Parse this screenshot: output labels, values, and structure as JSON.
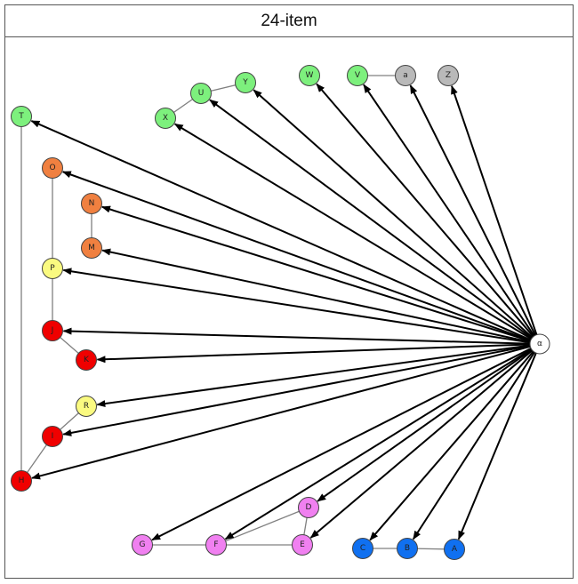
{
  "title": "24-item",
  "colors": {
    "green": "#7df07d",
    "gray": "#b9b9b9",
    "orange": "#f08040",
    "yellow": "#fafa80",
    "red": "#f00000",
    "pink": "#f080f0",
    "blue": "#1070f0",
    "white": "#ffffff",
    "arrow": "#000000",
    "edge": "#808080"
  },
  "hub": {
    "id": "hub",
    "label": "α",
    "color": "white"
  },
  "nodes": [
    {
      "id": "T",
      "label": "T",
      "color": "green"
    },
    {
      "id": "X",
      "label": "X",
      "color": "green"
    },
    {
      "id": "U",
      "label": "U",
      "color": "green"
    },
    {
      "id": "Y",
      "label": "Y",
      "color": "green"
    },
    {
      "id": "W",
      "label": "W",
      "color": "green"
    },
    {
      "id": "V",
      "label": "V",
      "color": "green"
    },
    {
      "id": "a",
      "label": "a",
      "color": "gray"
    },
    {
      "id": "Z",
      "label": "Z",
      "color": "gray"
    },
    {
      "id": "O",
      "label": "O",
      "color": "orange"
    },
    {
      "id": "N",
      "label": "N",
      "color": "orange"
    },
    {
      "id": "M",
      "label": "M",
      "color": "orange"
    },
    {
      "id": "P",
      "label": "P",
      "color": "yellow"
    },
    {
      "id": "J",
      "label": "J",
      "color": "red"
    },
    {
      "id": "K",
      "label": "K",
      "color": "red"
    },
    {
      "id": "R",
      "label": "R",
      "color": "yellow"
    },
    {
      "id": "I",
      "label": "I",
      "color": "red"
    },
    {
      "id": "H",
      "label": "H",
      "color": "red"
    },
    {
      "id": "G",
      "label": "G",
      "color": "pink"
    },
    {
      "id": "F",
      "label": "F",
      "color": "pink"
    },
    {
      "id": "D",
      "label": "D",
      "color": "pink"
    },
    {
      "id": "E",
      "label": "E",
      "color": "pink"
    },
    {
      "id": "C",
      "label": "C",
      "color": "blue"
    },
    {
      "id": "B",
      "label": "B",
      "color": "blue"
    },
    {
      "id": "A",
      "label": "A",
      "color": "blue"
    }
  ],
  "edges": [
    [
      "T",
      "H"
    ],
    [
      "X",
      "U"
    ],
    [
      "U",
      "Y"
    ],
    [
      "V",
      "a"
    ],
    [
      "O",
      "P"
    ],
    [
      "N",
      "M"
    ],
    [
      "P",
      "J"
    ],
    [
      "J",
      "K"
    ],
    [
      "I",
      "H"
    ],
    [
      "I",
      "R"
    ],
    [
      "G",
      "F"
    ],
    [
      "F",
      "D"
    ],
    [
      "F",
      "E"
    ],
    [
      "D",
      "E"
    ],
    [
      "C",
      "B"
    ],
    [
      "B",
      "A"
    ]
  ],
  "arrows": [
    "T",
    "X",
    "U",
    "Y",
    "W",
    "V",
    "a",
    "Z",
    "O",
    "N",
    "M",
    "P",
    "J",
    "K",
    "R",
    "I",
    "H",
    "G",
    "F",
    "D",
    "E",
    "C",
    "B",
    "A"
  ]
}
